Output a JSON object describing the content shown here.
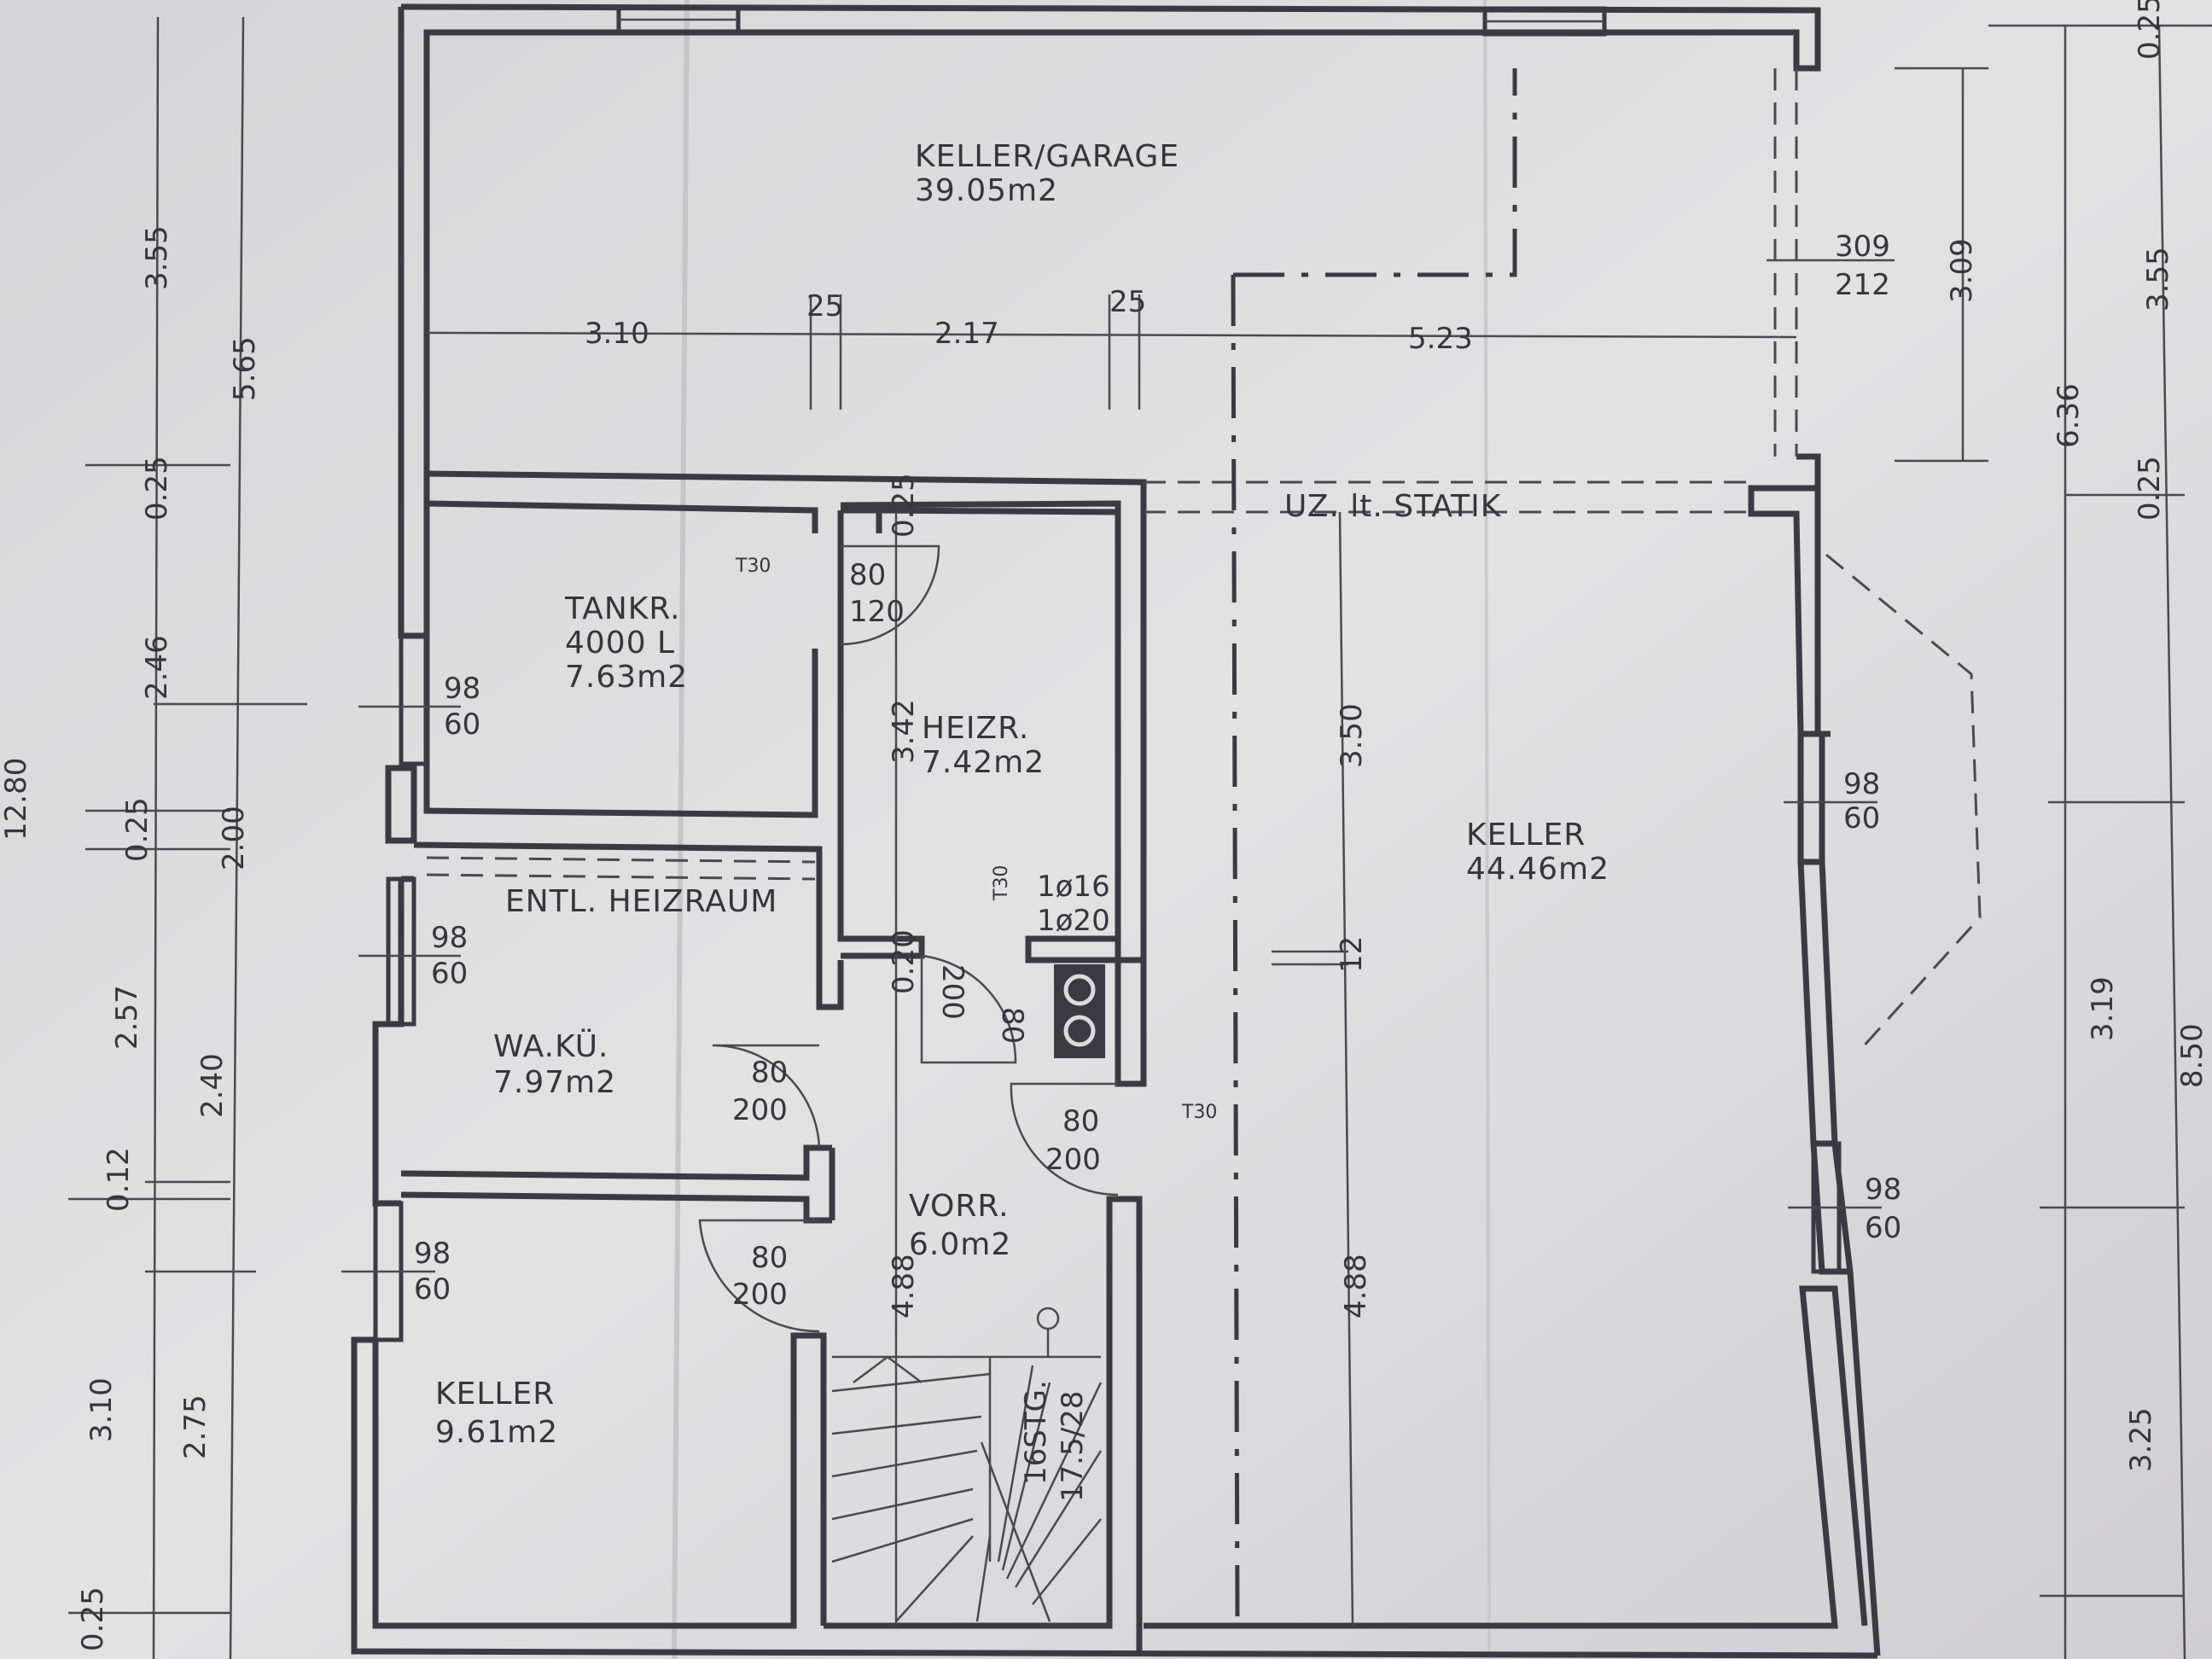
{
  "rooms": {
    "garage": {
      "name": "KELLER/GARAGE",
      "area": "39.05m2"
    },
    "tank": {
      "name": "TANKR.",
      "capacity": "4000 L",
      "area": "7.63m2"
    },
    "heiz": {
      "name": "HEIZR.",
      "area": "7.42m2"
    },
    "keller_big": {
      "name": "KELLER",
      "area": "44.46m2"
    },
    "entl": {
      "name": "ENTL. HEIZRAUM"
    },
    "waku": {
      "name": "WA.KÜ.",
      "area": "7.97m2"
    },
    "vorr": {
      "name": "VORR.",
      "area": "6.0m2"
    },
    "keller_small": {
      "name": "KELLER",
      "area": "9.61m2"
    }
  },
  "notes": {
    "statik": "UZ. lt. STATIK",
    "stairs_count": "16STG.",
    "stairs_ratio": "17.5/28",
    "pipe1": "1ø16",
    "pipe2": "1ø20",
    "t30": "T30"
  },
  "dims": {
    "d310": "3.10",
    "d25": "25",
    "d217": "2.17",
    "d523": "5.23",
    "d309": "309",
    "d212": "212",
    "d309b": "3.09",
    "d355": "3.55",
    "d565": "5.65",
    "d025": "0.25",
    "d246": "2.46",
    "d200": "2.00",
    "d257": "2.57",
    "d240": "2.40",
    "d012": "0.12",
    "d310v": "3.10",
    "d275": "2.75",
    "d1280": "12.80",
    "d342": "3.42",
    "d350": "3.50",
    "d12": "12",
    "d488": "4.88",
    "d636": "6.36",
    "d319": "3.19",
    "d850": "8.50",
    "d325": "3.25",
    "d020": "0.20",
    "w98": "98",
    "w60": "60",
    "door80": "80",
    "door120": "120",
    "door200": "200"
  },
  "colors": {
    "paper": "#dcdcdd",
    "ink": "#3b3942",
    "background": "#c4c3c7"
  }
}
